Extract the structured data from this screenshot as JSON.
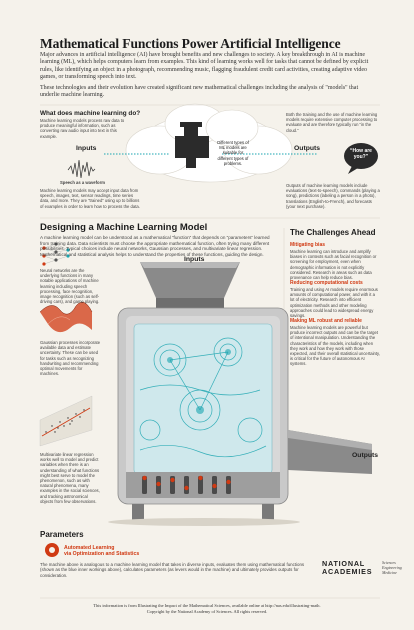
{
  "title": "Mathematical Functions Power Artificial Intelligence",
  "intro": {
    "p1": "Major advances in artificial intelligence (AI) have brought benefits and new challenges to society. A key breakthrough in AI is machine learning (ML), which helps computers learn from examples. This kind of learning works well for tasks that cannot be defined by explicit rules, like identifying an object in a photograph, recommending music, flagging fraudulent credit card activities, creating adaptive video games, or transforming speech into text.",
    "p2": "These technologies and their evolution have created significant new mathematical challenges including the analysis of \"models\" that underlie machine learning."
  },
  "what_ml": {
    "heading": "What does machine learning do?",
    "text": "Machine learning models process raw data to produce meaningful information, such as converting raw audio input into text in this example.",
    "inputs_label": "Inputs",
    "speech_label": "Speech as a waveform",
    "box_text": "Different types of ML models are suitable for different types of problems.",
    "outputs_label": "Outputs",
    "bubble_text": "“How are you?”",
    "right_text": "Both the training and the use of machine learning models require extensive computer processing to evaluate and are therefore typically run “in the cloud.”",
    "inputs_desc": "Machine learning models may accept input data from speech, images, text, sensor readings, time series data, and more. They are “trained” using up to billions of examples in order to learn how to process the data.",
    "outputs_desc": "Outputs of machine learning models include evaluations (text-to-speech), commands (playing a song), predictions (labeling a person in a photo), translations (English-to-French), and forecasts (your next purchase)."
  },
  "design": {
    "heading": "Designing a Machine Learning Model",
    "text": "A machine learning model can be understood as a mathematical “function” that depends on “parameters” learned from training data. Data scientists must choose the appropriate mathematical function, often trying many different possibilities. Typical choices include neural networks, Gaussian processes, and multivariate linear regression. Mathematical and statistical analysis helps to understand the properties of these functions, guiding the design.",
    "nn_text": "Neural networks are the underlying functions in many notable applications of machine learning including speech processing, face recognition, image recognition (such as self-driving cars), and game playing.",
    "gp_text": "Gaussian processes incorporate available data and estimate uncertainty. These can be used for tasks such as recognizing handwriting and recommending optimal movements for machines.",
    "mlr_text": "Multivariate linear regression works well to model and predict variables when there is an understanding of what functions might best serve to model the phenomenon, such as with natural phenomena, many examples in the social sciences, and tracking astronomical objects from few observations.",
    "machine_inputs": "Inputs",
    "machine_outputs": "Outputs"
  },
  "challenges": {
    "heading": "The Challenges Ahead",
    "items": [
      {
        "title": "Mitigating bias",
        "text": "Machine learning can introduce and amplify biases in contexts such as facial recognition or screening for employment, even when demographic information is not explicitly considered. Research in areas such as data provenance can help reduce bias."
      },
      {
        "title": "Reducing computational costs",
        "text": "Training and using AI models require enormous amounts of computational power, and with it a lot of electricity. Research into efficient optimization methods and other modeling approaches could lead to widespread energy savings."
      },
      {
        "title": "Making ML robust and reliable",
        "text": "Machine learning models are powerful but produce incorrect outputs and can be the target of intentional manipulation. Understanding the characteristics of the models, including when they work and how they work with those expected, and their overall statistical uncertainty, is critical for the future of autonomous AI systems."
      }
    ]
  },
  "parameters": {
    "heading": "Parameters",
    "auto_title_1": "Automated Learning",
    "auto_title_2": "via Optimization and Statistics",
    "text": "The machine above is analogous to a machine learning model that takes in diverse inputs, evaluates them using mathematical functions (shown as the blue inner workings above), calculates parameters (as levers would in the machine) and ultimately provides outputs for consideration."
  },
  "branding": {
    "nas_1": "NATIONAL",
    "nas_2": "ACADEMIES",
    "sub_1": "Sciences",
    "sub_2": "Engineering",
    "sub_3": "Medicine"
  },
  "footer": {
    "line1": "This information is from Illustrating the Impact of the Mathematical Sciences, available online at http://nas.edu/illustrating-math.",
    "line2": "Copyright by the National Academy of Sciences. All rights reserved."
  },
  "colors": {
    "accent": "#d03a13",
    "teal": "#1aa5b0",
    "dark": "#2b2b2b",
    "bg": "#f5f2eb"
  }
}
